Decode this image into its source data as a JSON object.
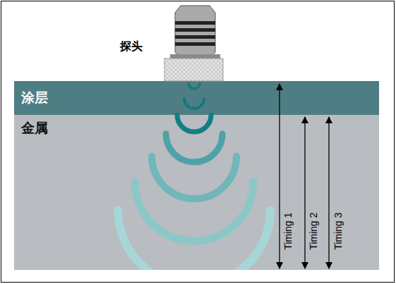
{
  "diagram": {
    "nodes": [
      {
        "text": [
          "探头"
        ]
      },
      {
        "text": [
          "涂层"
        ]
      },
      {
        "text": [
          "金属"
        ]
      }
    ],
    "labels": [
      "Timing 1",
      "Timing 2",
      "Timing 3"
    ]
  }
}
